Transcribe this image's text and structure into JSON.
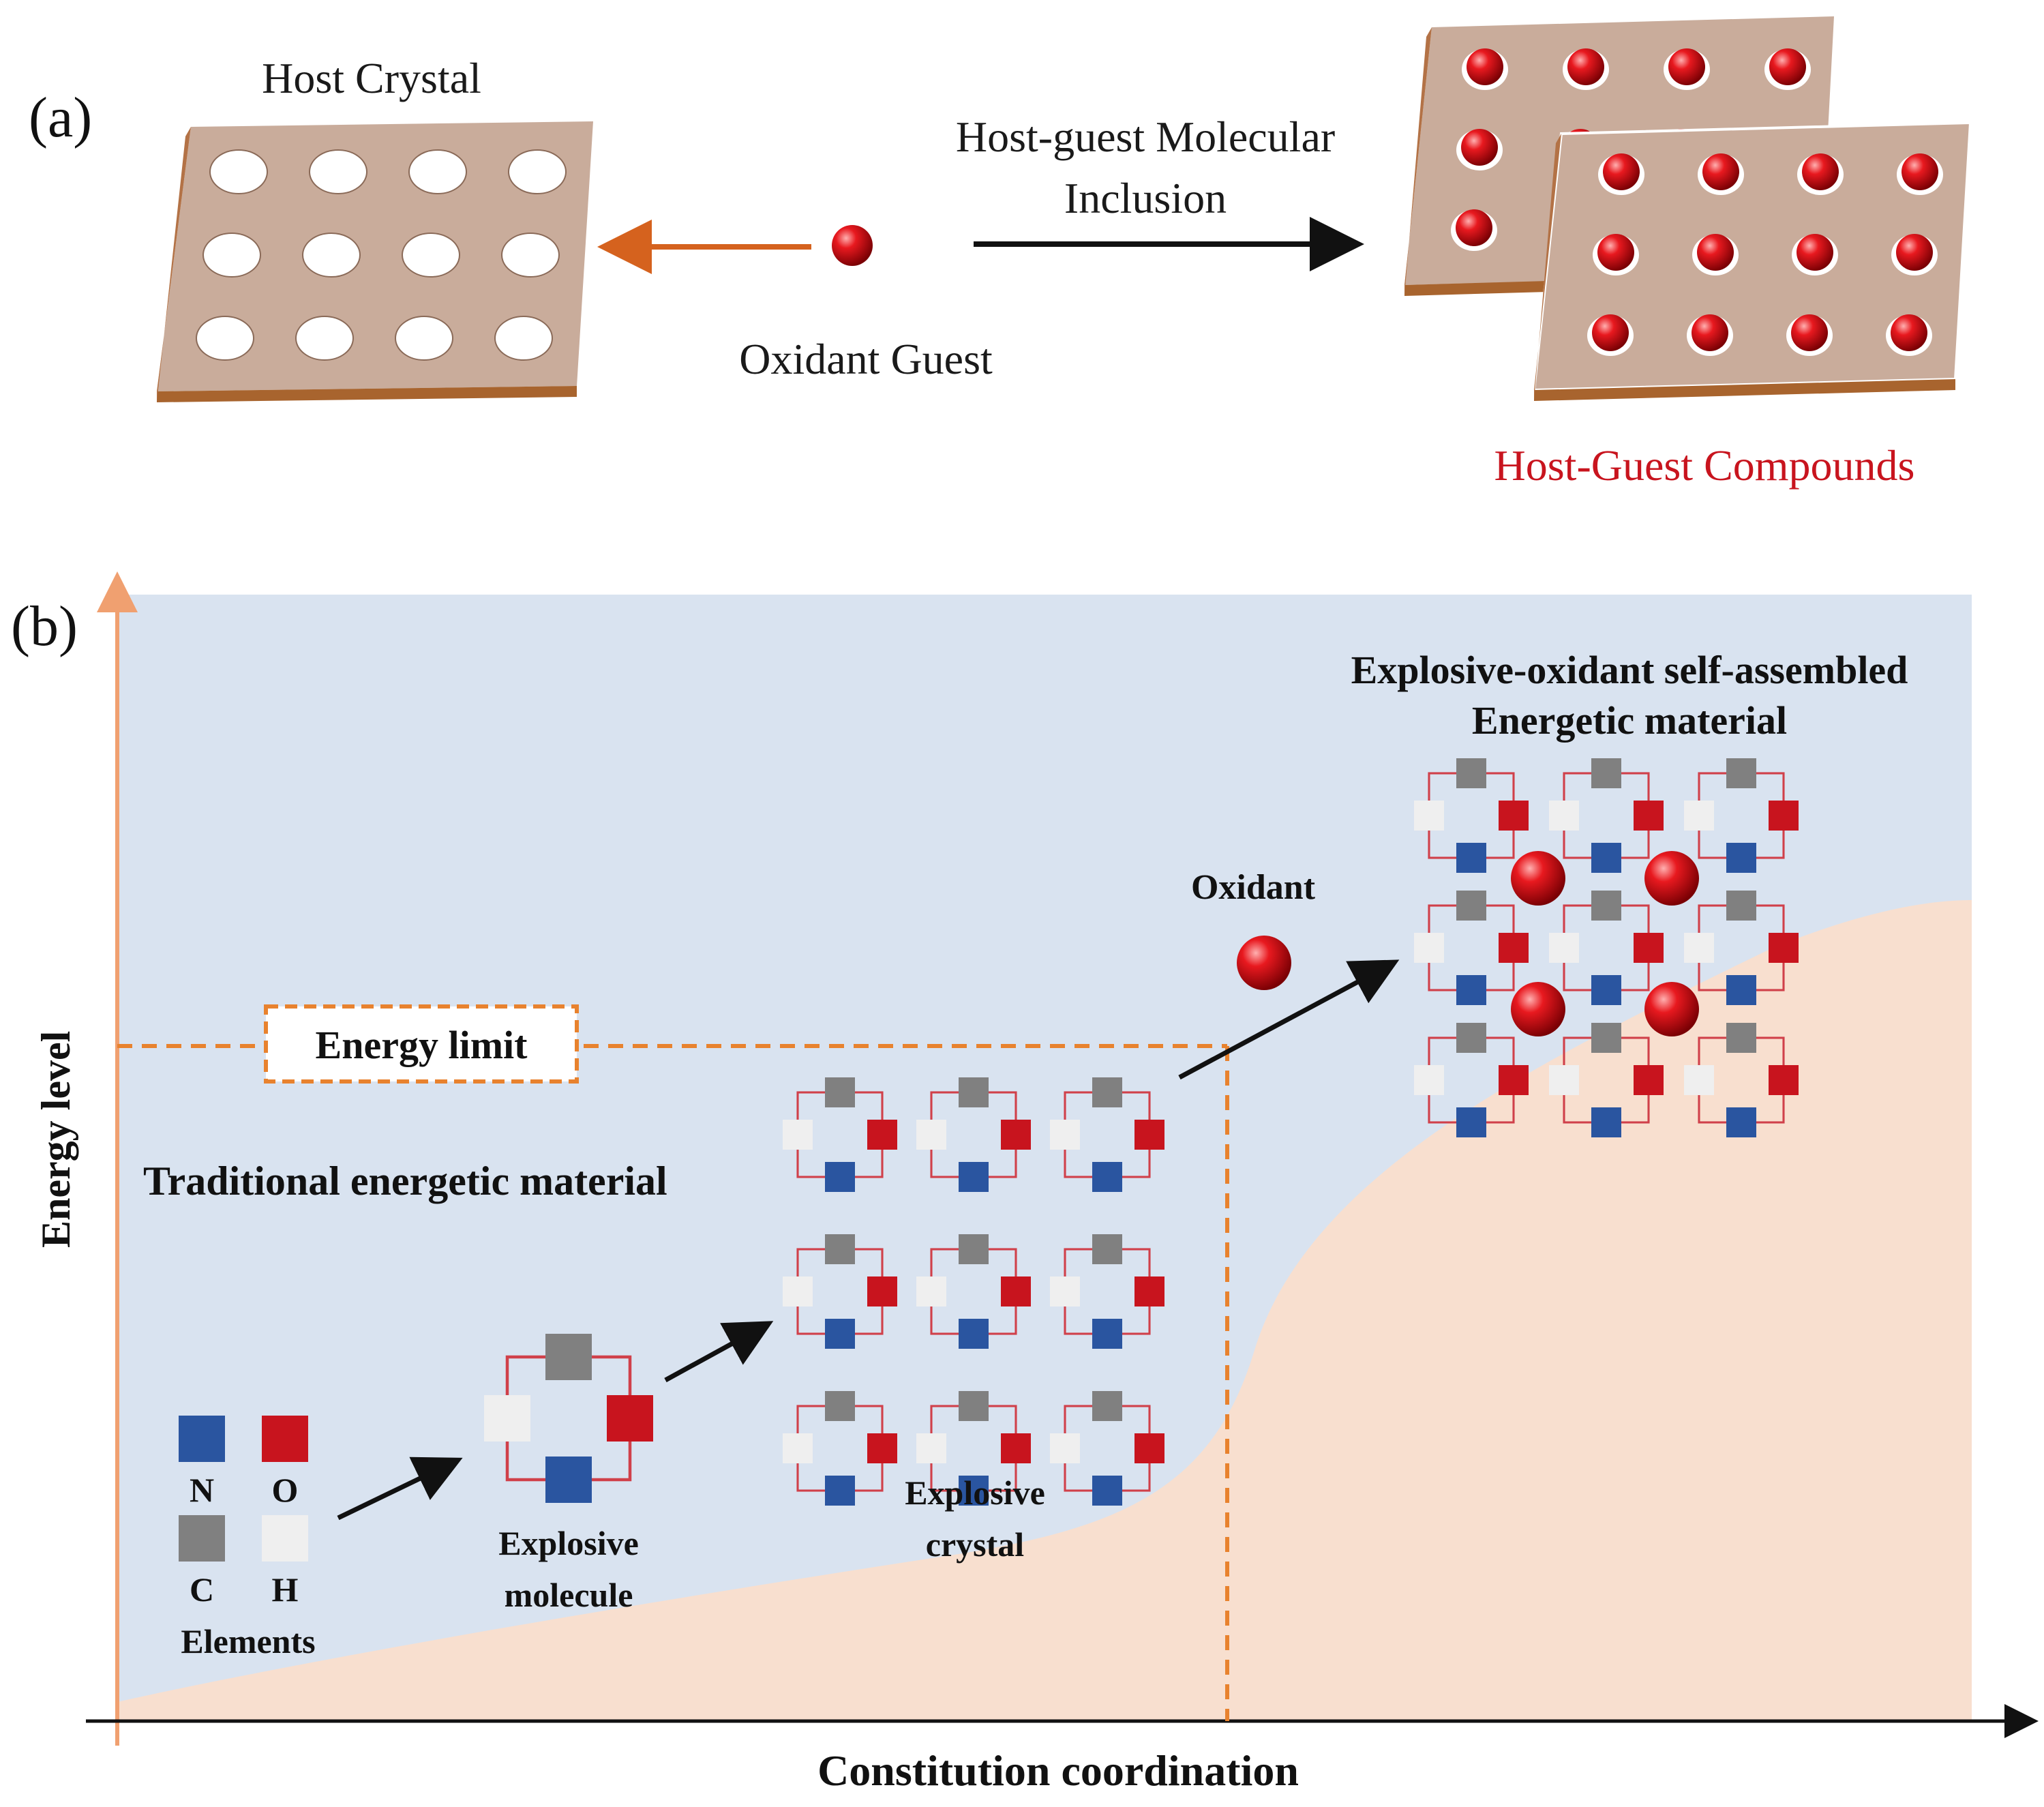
{
  "panel_a": {
    "label": "(a)",
    "host_crystal_label": "Host Crystal",
    "inclusion_label_line1": "Host-guest Molecular",
    "inclusion_label_line2": "Inclusion",
    "oxidant_guest_label": "Oxidant Guest",
    "compounds_label": "Host-Guest Compounds"
  },
  "panel_b": {
    "label": "(b)",
    "y_axis_label": "Energy  level",
    "x_axis_label": "Constitution  coordination",
    "energy_limit_label": "Energy limit",
    "traditional_label": "Traditional energetic material",
    "self_assembled_line1": "Explosive-oxidant self-assembled",
    "self_assembled_line2": "Energetic material",
    "oxidant_label": "Oxidant",
    "explosive_molecule_line1": "Explosive",
    "explosive_molecule_line2": "molecule",
    "explosive_crystal_line1": "Explosive",
    "explosive_crystal_line2": "crystal",
    "elements_label": "Elements",
    "elements": [
      {
        "symbol": "N",
        "color": "#2a55a0"
      },
      {
        "symbol": "O",
        "color": "#c8141e"
      },
      {
        "symbol": "C",
        "color": "#808080"
      },
      {
        "symbol": "H",
        "color": "#efefef"
      }
    ]
  },
  "colors": {
    "background_region": "#d9e3f0",
    "energy_region": "#f8dfcf",
    "axis_orange": "#f0a070",
    "dashed_orange": "#e8822e",
    "plate_face": "#c9ac9b",
    "plate_side": "#a8642e",
    "oxidant_red": "#d8141a",
    "arrow_orange": "#d5621e"
  }
}
